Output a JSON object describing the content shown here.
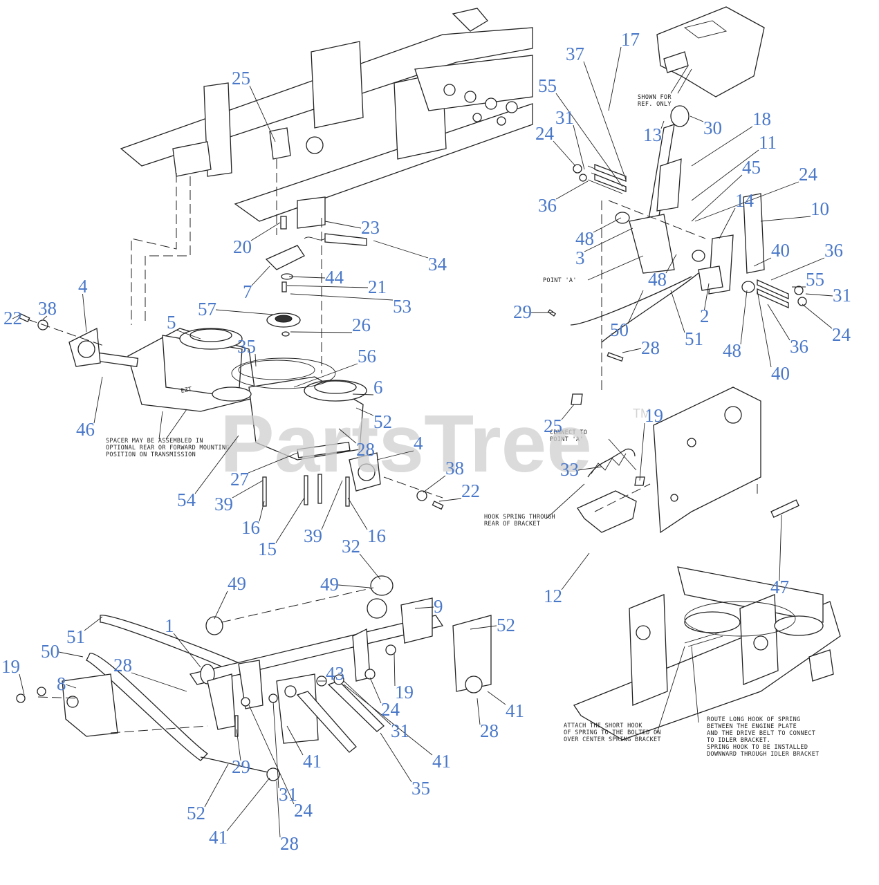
{
  "watermark": {
    "brand": "PartsTree",
    "tm": "TM"
  },
  "callouts": [
    {
      "id": "c25a",
      "label": "25"
    },
    {
      "id": "c17",
      "label": "17"
    },
    {
      "id": "c37",
      "label": "37"
    },
    {
      "id": "c55a",
      "label": "55"
    },
    {
      "id": "c31a",
      "label": "31"
    },
    {
      "id": "c24a",
      "label": "24"
    },
    {
      "id": "c18",
      "label": "18"
    },
    {
      "id": "c13",
      "label": "13"
    },
    {
      "id": "c30",
      "label": "30"
    },
    {
      "id": "c11",
      "label": "11"
    },
    {
      "id": "c45",
      "label": "45"
    },
    {
      "id": "c24b",
      "label": "24"
    },
    {
      "id": "c36a",
      "label": "36"
    },
    {
      "id": "c14",
      "label": "14"
    },
    {
      "id": "c10",
      "label": "10"
    },
    {
      "id": "c48a",
      "label": "48"
    },
    {
      "id": "c3",
      "label": "3"
    },
    {
      "id": "c40a",
      "label": "40"
    },
    {
      "id": "c36b",
      "label": "36"
    },
    {
      "id": "c55b",
      "label": "55"
    },
    {
      "id": "c31b",
      "label": "31"
    },
    {
      "id": "c48b",
      "label": "48"
    },
    {
      "id": "c2",
      "label": "2"
    },
    {
      "id": "c29a",
      "label": "29"
    },
    {
      "id": "c50a",
      "label": "50"
    },
    {
      "id": "c51a",
      "label": "51"
    },
    {
      "id": "c36c",
      "label": "36"
    },
    {
      "id": "c24c",
      "label": "24"
    },
    {
      "id": "c48c",
      "label": "48"
    },
    {
      "id": "c28a",
      "label": "28"
    },
    {
      "id": "c40b",
      "label": "40"
    },
    {
      "id": "c23",
      "label": "23"
    },
    {
      "id": "c20",
      "label": "20"
    },
    {
      "id": "c34",
      "label": "34"
    },
    {
      "id": "c7",
      "label": "7"
    },
    {
      "id": "c44",
      "label": "44"
    },
    {
      "id": "c21",
      "label": "21"
    },
    {
      "id": "c53",
      "label": "53"
    },
    {
      "id": "c57",
      "label": "57"
    },
    {
      "id": "c26",
      "label": "26"
    },
    {
      "id": "c4a",
      "label": "4"
    },
    {
      "id": "c38a",
      "label": "38"
    },
    {
      "id": "c22a",
      "label": "22"
    },
    {
      "id": "c5",
      "label": "5"
    },
    {
      "id": "c35a",
      "label": "35"
    },
    {
      "id": "c56",
      "label": "56"
    },
    {
      "id": "c6",
      "label": "6"
    },
    {
      "id": "c52a",
      "label": "52"
    },
    {
      "id": "c46",
      "label": "46"
    },
    {
      "id": "c28b",
      "label": "28"
    },
    {
      "id": "c4b",
      "label": "4"
    },
    {
      "id": "c38b",
      "label": "38"
    },
    {
      "id": "c27",
      "label": "27"
    },
    {
      "id": "c22b",
      "label": "22"
    },
    {
      "id": "c54",
      "label": "54"
    },
    {
      "id": "c39a",
      "label": "39"
    },
    {
      "id": "c16a",
      "label": "16"
    },
    {
      "id": "c15",
      "label": "15"
    },
    {
      "id": "c39b",
      "label": "39"
    },
    {
      "id": "c16b",
      "label": "16"
    },
    {
      "id": "c25b",
      "label": "25"
    },
    {
      "id": "c19a",
      "label": "19"
    },
    {
      "id": "c33",
      "label": "33"
    },
    {
      "id": "c47",
      "label": "47"
    },
    {
      "id": "c12",
      "label": "12"
    },
    {
      "id": "c32",
      "label": "32"
    },
    {
      "id": "c49a",
      "label": "49"
    },
    {
      "id": "c49b",
      "label": "49"
    },
    {
      "id": "c9",
      "label": "9"
    },
    {
      "id": "c1",
      "label": "1"
    },
    {
      "id": "c51b",
      "label": "51"
    },
    {
      "id": "c52b",
      "label": "52"
    },
    {
      "id": "c50b",
      "label": "50"
    },
    {
      "id": "c28c",
      "label": "28"
    },
    {
      "id": "c43",
      "label": "43"
    },
    {
      "id": "c19b",
      "label": "19"
    },
    {
      "id": "c8",
      "label": "8"
    },
    {
      "id": "c19c",
      "label": "19"
    },
    {
      "id": "c24d",
      "label": "24"
    },
    {
      "id": "c41a",
      "label": "41"
    },
    {
      "id": "c31c",
      "label": "31"
    },
    {
      "id": "c28d",
      "label": "28"
    },
    {
      "id": "c41b",
      "label": "41"
    },
    {
      "id": "c41c",
      "label": "41"
    },
    {
      "id": "c29b",
      "label": "29"
    },
    {
      "id": "c31d",
      "label": "31"
    },
    {
      "id": "c35b",
      "label": "35"
    },
    {
      "id": "c24e",
      "label": "24"
    },
    {
      "id": "c52c",
      "label": "52"
    },
    {
      "id": "c41d",
      "label": "41"
    },
    {
      "id": "c28e",
      "label": "28"
    }
  ],
  "notes": {
    "shown_for_ref": [
      "SHOWN FOR",
      "REF. ONLY"
    ],
    "point_a": "POINT 'A'",
    "connect_to": [
      "CONNECT TO",
      "POINT 'A'"
    ],
    "spacer": [
      "SPACER MAY BE ASSEMBLED IN",
      "OPTIONAL REAR OR FORWARD MOUNTING",
      "POSITION ON TRANSMISSION"
    ],
    "hook_spring": [
      "HOOK SPRING THROUGH",
      "REAR OF BRACKET"
    ],
    "attach_short": [
      "ATTACH THE SHORT HOOK",
      "OF SPRING TO THE BOLTED ON",
      "OVER CENTER SPRING BRACKET"
    ],
    "route_long": [
      "ROUTE LONG HOOK OF SPRING",
      "BETWEEN THE ENGINE PLATE",
      "AND THE DRIVE BELT TO CONNECT",
      "TO IDLER BRACKET.",
      "SPRING HOOK TO BE INSTALLED",
      "DOWNWARD THROUGH IDLER BRACKET"
    ],
    "ezt": "EZT"
  }
}
